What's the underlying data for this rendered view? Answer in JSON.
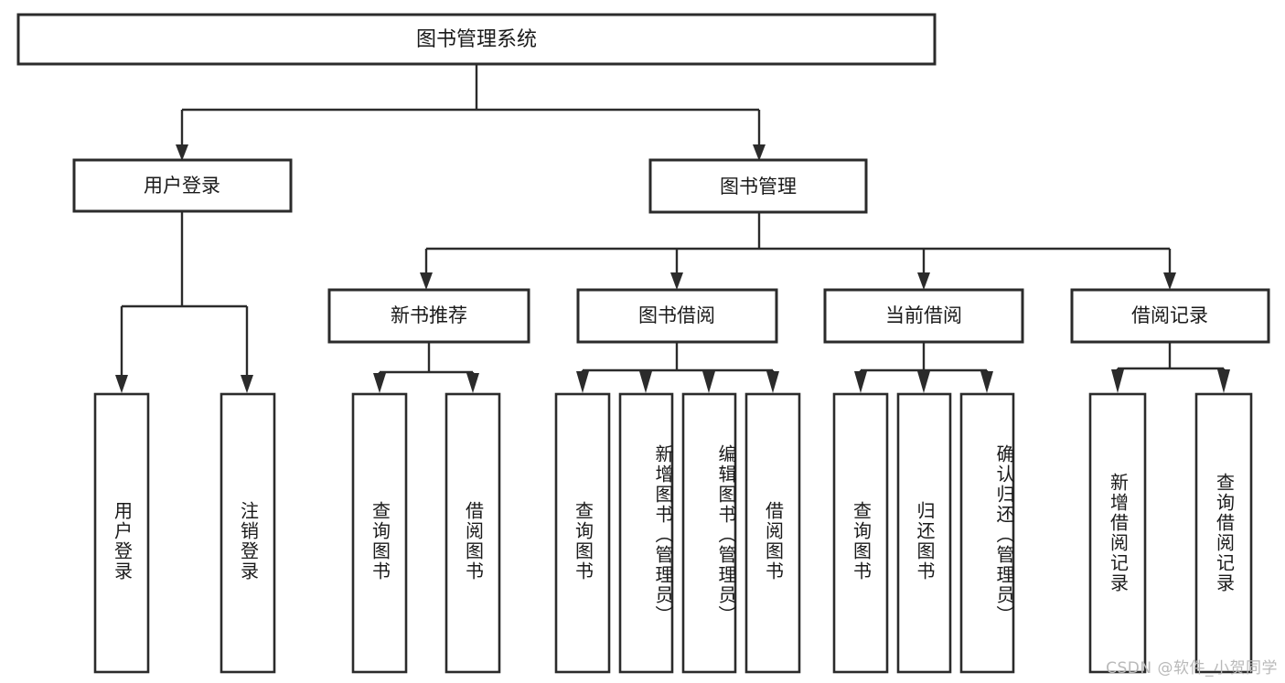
{
  "diagram": {
    "type": "tree-hierarchy",
    "title": "图书管理系统",
    "root": {
      "id": "root",
      "label": "图书管理系统",
      "orientation": "horizontal"
    },
    "level1": [
      {
        "id": "user-login",
        "label": "用户登录",
        "orientation": "horizontal"
      },
      {
        "id": "book-manage",
        "label": "图书管理",
        "orientation": "horizontal"
      }
    ],
    "level2": [
      {
        "id": "new-book-recommend",
        "label": "新书推荐",
        "orientation": "horizontal",
        "parent": "book-manage"
      },
      {
        "id": "book-borrow",
        "label": "图书借阅",
        "orientation": "horizontal",
        "parent": "book-manage"
      },
      {
        "id": "current-borrow",
        "label": "当前借阅",
        "orientation": "horizontal",
        "parent": "book-manage"
      },
      {
        "id": "borrow-record",
        "label": "借阅记录",
        "orientation": "horizontal",
        "parent": "book-manage"
      }
    ],
    "leaves": [
      {
        "id": "leaf-user-login",
        "label": "用户登录",
        "parent": "user-login",
        "orientation": "vertical"
      },
      {
        "id": "leaf-user-logout",
        "label": "注销登录",
        "parent": "user-login",
        "orientation": "vertical"
      },
      {
        "id": "leaf-query-book-1",
        "label": "查询图书",
        "parent": "new-book-recommend",
        "orientation": "vertical"
      },
      {
        "id": "leaf-borrow-book-1",
        "label": "借阅图书",
        "parent": "new-book-recommend",
        "orientation": "vertical"
      },
      {
        "id": "leaf-query-book-2",
        "label": "查询图书",
        "parent": "book-borrow",
        "orientation": "vertical"
      },
      {
        "id": "leaf-add-book",
        "label": "新增图书（管理员）",
        "parent": "book-borrow",
        "orientation": "vertical"
      },
      {
        "id": "leaf-edit-book",
        "label": "编辑图书（管理员）",
        "parent": "book-borrow",
        "orientation": "vertical"
      },
      {
        "id": "leaf-borrow-book-2",
        "label": "借阅图书",
        "parent": "book-borrow",
        "orientation": "vertical"
      },
      {
        "id": "leaf-query-book-3",
        "label": "查询图书",
        "parent": "current-borrow",
        "orientation": "vertical"
      },
      {
        "id": "leaf-return-book",
        "label": "归还图书",
        "parent": "current-borrow",
        "orientation": "vertical"
      },
      {
        "id": "leaf-confirm-return",
        "label": "确认归还（管理员）",
        "parent": "current-borrow",
        "orientation": "vertical"
      },
      {
        "id": "leaf-add-record",
        "label": "新增借阅记录",
        "parent": "borrow-record",
        "orientation": "vertical"
      },
      {
        "id": "leaf-query-record",
        "label": "查询借阅记录",
        "parent": "borrow-record",
        "orientation": "vertical"
      }
    ],
    "colors": {
      "background": "#ffffff",
      "box_fill": "#ffffff",
      "box_stroke": "#2b2b2b",
      "connector": "#2b2b2b",
      "text": "#1a1a1a",
      "watermark": "#b9b9b9"
    }
  },
  "watermark": {
    "text": "CSDN @软件_小贺同学"
  }
}
